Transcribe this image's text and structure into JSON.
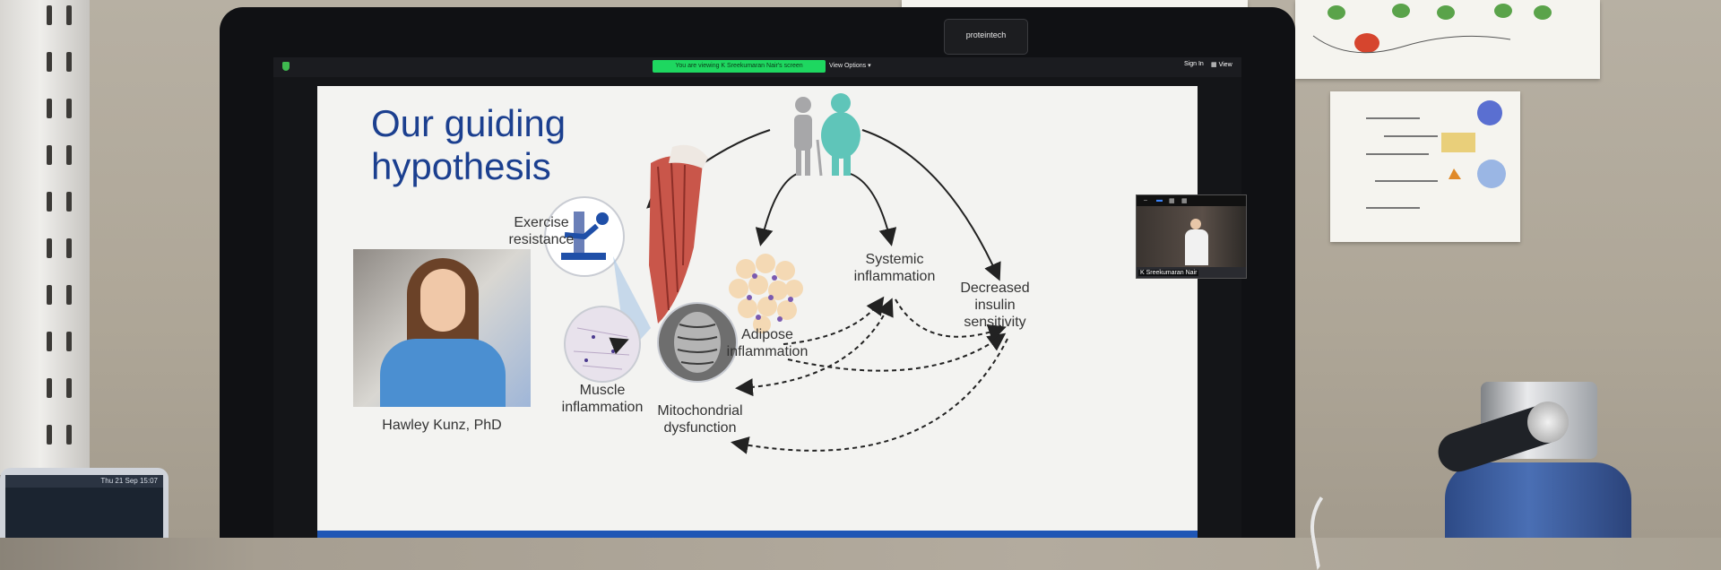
{
  "zoom": {
    "banner": "You are viewing K Sreekumaran Nair's screen",
    "view_options": "View Options",
    "sign_in": "Sign In",
    "view": "View"
  },
  "monitor": {
    "webcam_brand": "proteintech"
  },
  "laptop": {
    "clock": "Thu 21 Sep 15:07"
  },
  "slide": {
    "title_line1": "Our guiding",
    "title_line2": "hypothesis",
    "photo_caption": "Hawley Kunz, PhD",
    "labels": {
      "exercise_1": "Exercise",
      "exercise_2": "resistance",
      "muscle_1": "Muscle",
      "muscle_2": "inflammation",
      "mito_1": "Mitochondrial",
      "mito_2": "dysfunction",
      "adipose_1": "Adipose",
      "adipose_2": "inflammation",
      "systemic_1": "Systemic",
      "systemic_2": "inflammation",
      "insulin_1": "Decreased",
      "insulin_2": "insulin",
      "insulin_3": "sensitivity"
    }
  },
  "pip": {
    "name": "K Sreekumaran Nair"
  }
}
